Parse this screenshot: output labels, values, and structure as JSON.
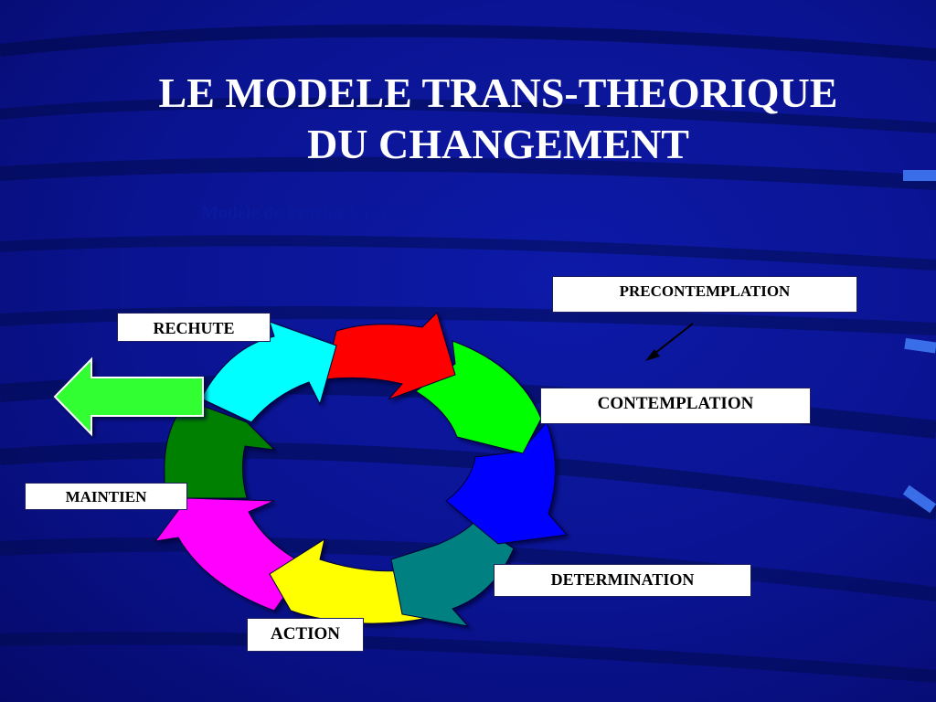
{
  "title": {
    "line1": "LE MODELE TRANS-THEORIQUE",
    "line2": "DU CHANGEMENT"
  },
  "subtitle": "Modèle de Prochaska et DiClemente",
  "stages": {
    "precontemplation": "PRECONTEMPLATION",
    "contemplation": "CONTEMPLATION",
    "determination": "DETERMINATION",
    "action": "ACTION",
    "maintien": "MAINTIEN",
    "rechute": "RECHUTE"
  },
  "colors": {
    "background": "#0a1390",
    "title_text": "#ffffff",
    "segment_red": "#ff0000",
    "segment_green": "#00ff00",
    "segment_blue": "#0000ff",
    "segment_teal": "#008080",
    "segment_yellow": "#ffff00",
    "segment_magenta": "#ff00ff",
    "segment_darkgreen": "#008000",
    "segment_cyan": "#00ffff",
    "exit_arrow": "#33ff33"
  }
}
